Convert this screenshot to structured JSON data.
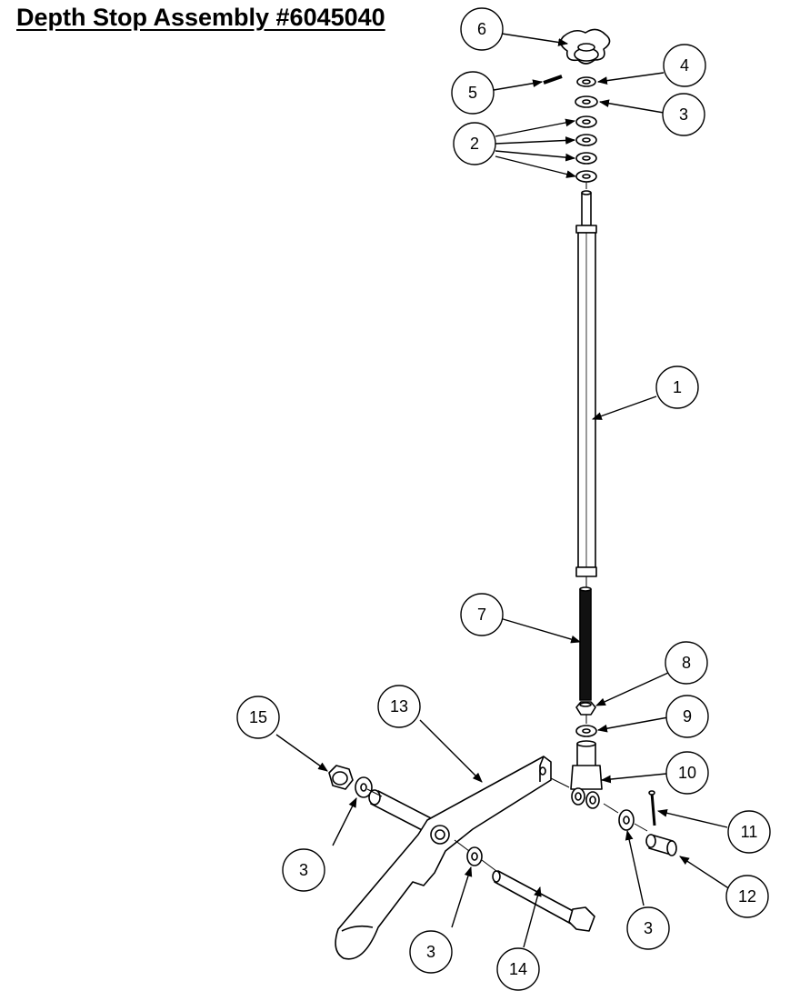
{
  "title": "Depth Stop Assembly #6045040",
  "callouts": [
    "1",
    "2",
    "3",
    "3",
    "3",
    "3",
    "4",
    "5",
    "6",
    "7",
    "8",
    "9",
    "10",
    "11",
    "12",
    "13",
    "14",
    "15"
  ]
}
